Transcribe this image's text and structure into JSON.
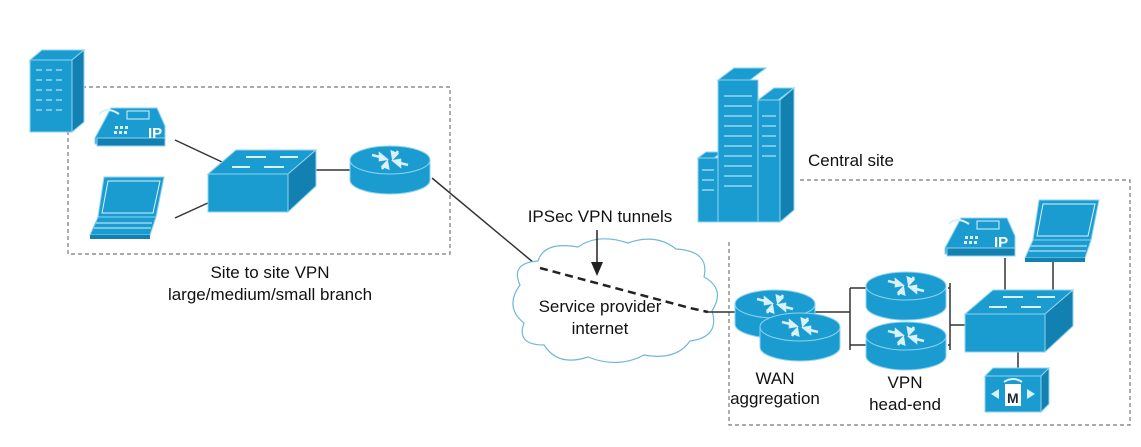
{
  "colors": {
    "device": "#1b9cd1",
    "device_dark": "#1280b0",
    "device_light": "#8fd3f0",
    "line": "#333333",
    "border": "#777777",
    "text": "#111111"
  },
  "labels": {
    "branch_title": "Site to site VPN",
    "branch_subtitle": "large/medium/small branch",
    "tunnels": "IPSec VPN tunnels",
    "cloud_line1": "Service provider",
    "cloud_line2": "internet",
    "central_site": "Central site",
    "wan_line1": "WAN",
    "wan_line2": "aggregation",
    "vpn_line1": "VPN",
    "vpn_line2": "head-end",
    "ip_phone_text": "IP",
    "mcu_text": "M"
  },
  "nodes": [
    {
      "id": "branch-building",
      "type": "building"
    },
    {
      "id": "branch-ip-phone",
      "type": "ip-phone"
    },
    {
      "id": "branch-laptop",
      "type": "laptop"
    },
    {
      "id": "branch-switch",
      "type": "switch"
    },
    {
      "id": "branch-router",
      "type": "router"
    },
    {
      "id": "internet-cloud",
      "type": "cloud"
    },
    {
      "id": "central-building",
      "type": "building"
    },
    {
      "id": "wan-router-1",
      "type": "router"
    },
    {
      "id": "wan-router-2",
      "type": "router"
    },
    {
      "id": "vpn-router-1",
      "type": "router"
    },
    {
      "id": "vpn-router-2",
      "type": "router"
    },
    {
      "id": "central-switch",
      "type": "switch"
    },
    {
      "id": "central-ip-phone",
      "type": "ip-phone"
    },
    {
      "id": "central-laptop",
      "type": "laptop"
    },
    {
      "id": "media-gateway",
      "type": "mcu"
    }
  ],
  "edges": [
    {
      "from": "branch-ip-phone",
      "to": "branch-switch"
    },
    {
      "from": "branch-laptop",
      "to": "branch-switch"
    },
    {
      "from": "branch-switch",
      "to": "branch-router"
    },
    {
      "from": "branch-router",
      "to": "internet-cloud"
    },
    {
      "from": "internet-cloud",
      "to": "wan-router-1",
      "style": "dashed-tunnel"
    },
    {
      "from": "wan-router-1",
      "to": "vpn-router-1"
    },
    {
      "from": "wan-router-1",
      "to": "vpn-router-2"
    },
    {
      "from": "vpn-router-1",
      "to": "central-switch"
    },
    {
      "from": "vpn-router-2",
      "to": "central-switch"
    },
    {
      "from": "central-ip-phone",
      "to": "central-switch"
    },
    {
      "from": "central-laptop",
      "to": "central-switch"
    },
    {
      "from": "central-switch",
      "to": "media-gateway"
    }
  ]
}
